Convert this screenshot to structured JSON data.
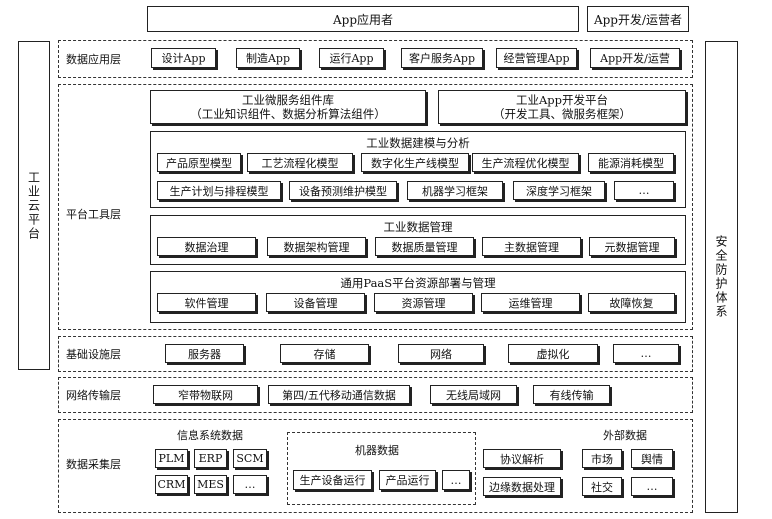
{
  "top": {
    "app_user": "App应用者",
    "app_dev": "App开发/运营者"
  },
  "left_vertical": "工业云平台",
  "right_vertical": "安全防护体系",
  "layers": {
    "data_app": {
      "label": "数据应用层",
      "items": [
        "设计App",
        "制造App",
        "运行App",
        "客户服务App",
        "经营管理App",
        "App开发/运营"
      ]
    },
    "platform": {
      "label": "平台工具层",
      "microservice": {
        "line1": "工业微服务组件库",
        "line2": "（工业知识组件、数据分析算法组件）"
      },
      "app_dev_platform": {
        "line1": "工业App开发平台",
        "line2": "（开发工具、微服务框架）"
      },
      "modeling": {
        "title": "工业数据建模与分析",
        "row1": [
          "产品原型模型",
          "工艺流程化模型",
          "数字化生产线模型",
          "生产流程优化模型",
          "能源消耗模型"
        ],
        "row2": [
          "生产计划与排程模型",
          "设备预测维护模型",
          "机器学习框架",
          "深度学习框架",
          "…"
        ]
      },
      "data_mgmt": {
        "title": "工业数据管理",
        "items": [
          "数据治理",
          "数据架构管理",
          "数据质量管理",
          "主数据管理",
          "元数据管理"
        ]
      },
      "paas": {
        "title": "通用PaaS平台资源部署与管理",
        "items": [
          "软件管理",
          "设备管理",
          "资源管理",
          "运维管理",
          "故障恢复"
        ]
      }
    },
    "infra": {
      "label": "基础设施层",
      "items": [
        "服务器",
        "存储",
        "网络",
        "虚拟化",
        "…"
      ]
    },
    "network": {
      "label": "网络传输层",
      "items": [
        "窄带物联网",
        "第四/五代移动通信数据",
        "无线局域网",
        "有线传输"
      ]
    },
    "collection": {
      "label": "数据采集层",
      "info_system": {
        "title": "信息系统数据",
        "items": [
          "PLM",
          "ERP",
          "SCM",
          "CRM",
          "MES",
          "…"
        ]
      },
      "machine": {
        "title": "机器数据",
        "items": [
          "生产设备运行",
          "产品运行",
          "…"
        ]
      },
      "protocol": [
        "协议解析",
        "边缘数据处理"
      ],
      "external": {
        "title": "外部数据",
        "items": [
          "市场",
          "舆情",
          "社交",
          "…"
        ]
      }
    }
  }
}
